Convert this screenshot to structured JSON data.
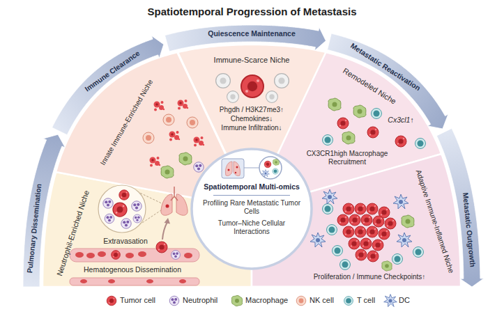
{
  "diagram": {
    "title": "Spatiotemporal Progression of Metastasis",
    "nodes": [
      {
        "text": [
          "Neutrophil-Enriched Niche",
          "Extravasation",
          "Hematogenous Dissemination"
        ]
      },
      {
        "text": [
          "Innate Immune-Enriched Niche"
        ]
      },
      {
        "text": [
          "Immune-Scarce Niche",
          "Phgdh / H3K27me3↑",
          "Chemokines↓",
          "Immune Infiltration↓"
        ]
      },
      {
        "text": [
          "Remodeled Niche",
          "Cx3cl1↑",
          "CX3CR1high Macrophage Recruitment"
        ]
      },
      {
        "text": [
          "Adaptive Immune-Inflamed Niche",
          "Proliferation / Immune Checkpoints↑"
        ]
      },
      {
        "text": [
          "Spatiotemporal Multi-omics",
          "Profiling Rare Metastatic Tumor Cells",
          "Tumor–Niche Cellular Interactions"
        ]
      }
    ],
    "labels": [
      "Pulmonary Dissemination",
      "Immune Clearance",
      "Quiescence Maintenance",
      "Metastatic Reactivation",
      "Metastatic Outgrowth"
    ],
    "legend": [
      {
        "text": "Tumor cell"
      },
      {
        "text": "Neutrophil"
      },
      {
        "text": "Macrophage"
      },
      {
        "text": "NK cell"
      },
      {
        "text": "T cell"
      },
      {
        "text": "DC"
      }
    ]
  }
}
